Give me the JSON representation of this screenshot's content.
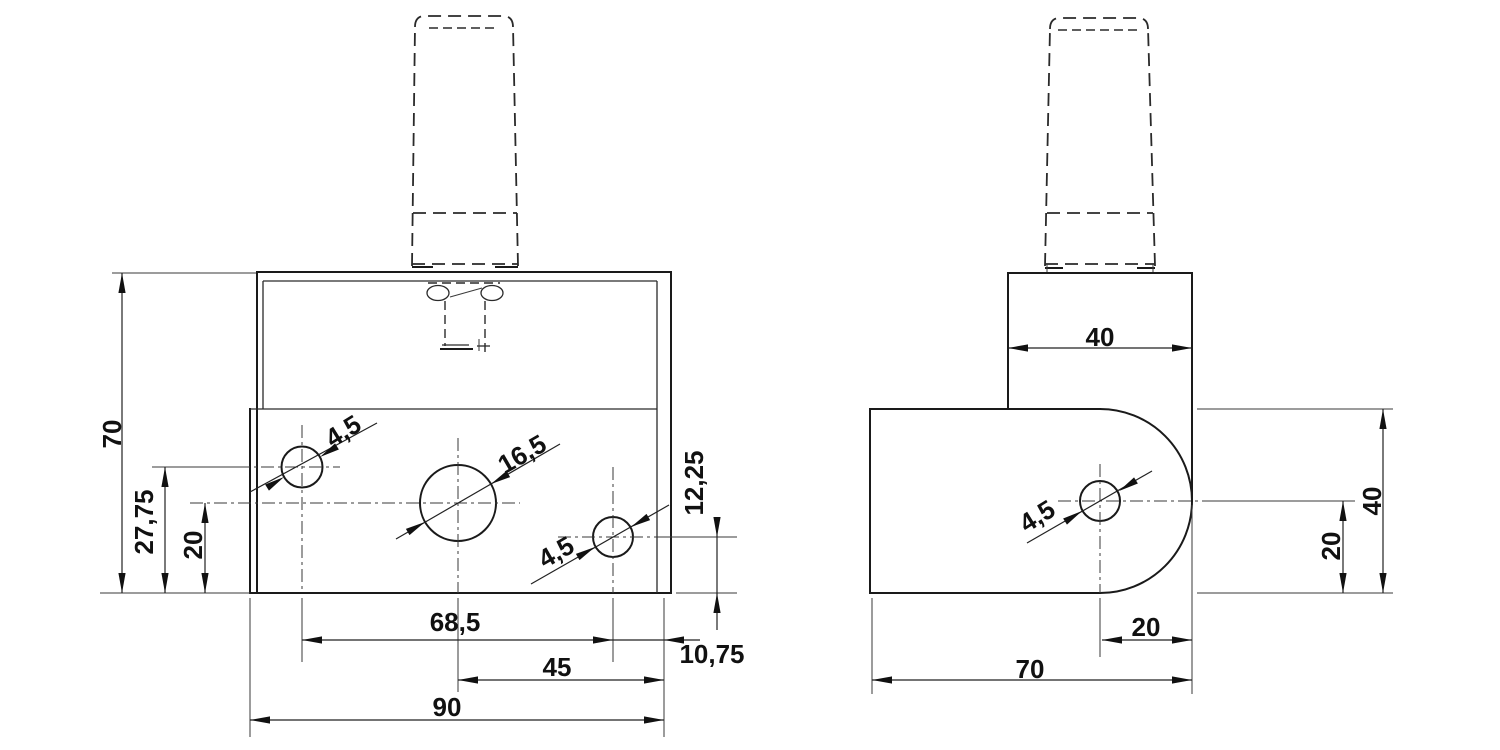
{
  "front_view": {
    "height": "70",
    "hole1_center_from_bottom": "27,75",
    "center_hole_from_bottom": "20",
    "hole1_diameter": "4,5",
    "center_hole_diameter": "16,5",
    "hole3_diameter": "4,5",
    "hole3_center_from_bottom": "12,25",
    "hole_spacing": "68,5",
    "center_to_right_edge": "45",
    "overall_width": "90",
    "hole3_to_right_edge": "10,75"
  },
  "side_view": {
    "top_block_width": "40",
    "hole_diameter": "4,5",
    "plate_height": "40",
    "hole_center_from_bottom": "20",
    "hole_center_to_right_edge": "20",
    "overall_depth": "70"
  }
}
